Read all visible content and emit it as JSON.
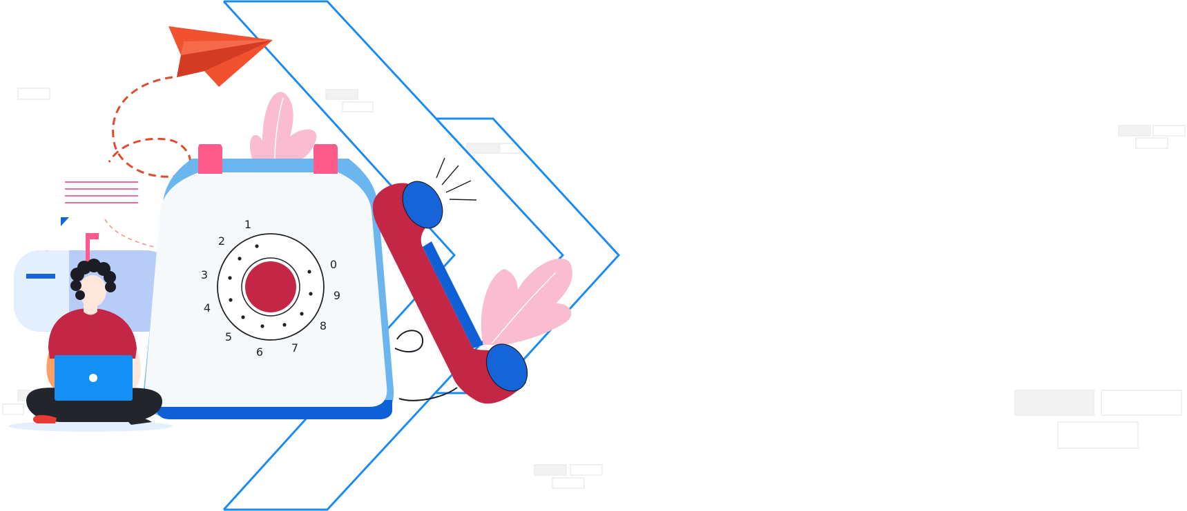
{
  "illustration": {
    "subject": "contact",
    "colors": {
      "blue_outline": "#1a8cf0",
      "phone_body": "#f5f9fc",
      "phone_shadow": "#6cb6ef",
      "phone_base": "#0f5fd6",
      "red": "#c42645",
      "pink": "#fe5a8c",
      "leaf_pink": "#f9bcd1",
      "plane_orange": "#f2512f",
      "plane_dark": "#d33c22",
      "mailbox_light": "#e4effd",
      "mailbox_blue": "#b7cdf8",
      "laptop_blue": "#1490f4",
      "hair": "#1c1c24",
      "skin": "#fde6dc",
      "pants": "#22252c"
    },
    "dial": {
      "numbers": [
        {
          "label": "1"
        },
        {
          "label": "2"
        },
        {
          "label": "3"
        },
        {
          "label": "4"
        },
        {
          "label": "5"
        },
        {
          "label": "6"
        },
        {
          "label": "7"
        },
        {
          "label": "8"
        },
        {
          "label": "9"
        },
        {
          "label": "0"
        }
      ]
    },
    "icons": [
      "paper-plane-icon",
      "mailbox-icon",
      "laptop-icon",
      "handset-icon",
      "leaf-icon"
    ]
  }
}
